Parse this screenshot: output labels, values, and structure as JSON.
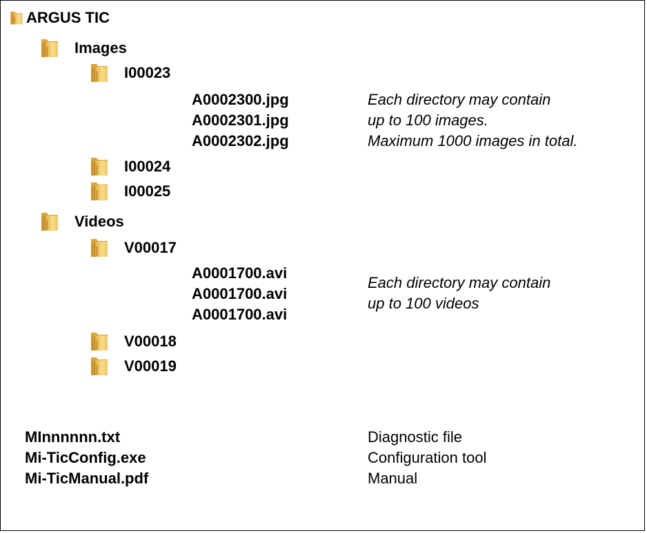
{
  "tree": {
    "root": {
      "label": "ARGUS TIC",
      "icon": "folder-icon"
    },
    "images": {
      "label": "Images",
      "icon": "folder-icon",
      "dirs": [
        {
          "label": "I00023",
          "files": [
            "A0002300.jpg",
            "A0002301.jpg",
            "A0002302.jpg"
          ]
        },
        {
          "label": "I00024"
        },
        {
          "label": "I00025"
        }
      ],
      "note": [
        "Each directory may contain",
        "up to 100 images.",
        "Maximum 1000 images in total."
      ]
    },
    "videos": {
      "label": "Videos",
      "icon": "folder-icon",
      "dirs": [
        {
          "label": "V00017",
          "files": [
            "A0001700.avi",
            "A0001700.avi",
            "A0001700.avi"
          ]
        },
        {
          "label": "V00018"
        },
        {
          "label": "V00019"
        }
      ],
      "note": [
        "Each directory may contain",
        "up to 100 videos"
      ]
    }
  },
  "root_files": [
    {
      "name": "MInnnnnn.txt",
      "desc": "Diagnostic file"
    },
    {
      "name": "Mi-TicConfig.exe",
      "desc": "Configuration tool"
    },
    {
      "name": "Mi-TicManual.pdf",
      "desc": "Manual"
    }
  ],
  "colors": {
    "folder_light": "#f6d47a",
    "folder_dark": "#d9a53a",
    "folder_edge": "#b9862a"
  }
}
